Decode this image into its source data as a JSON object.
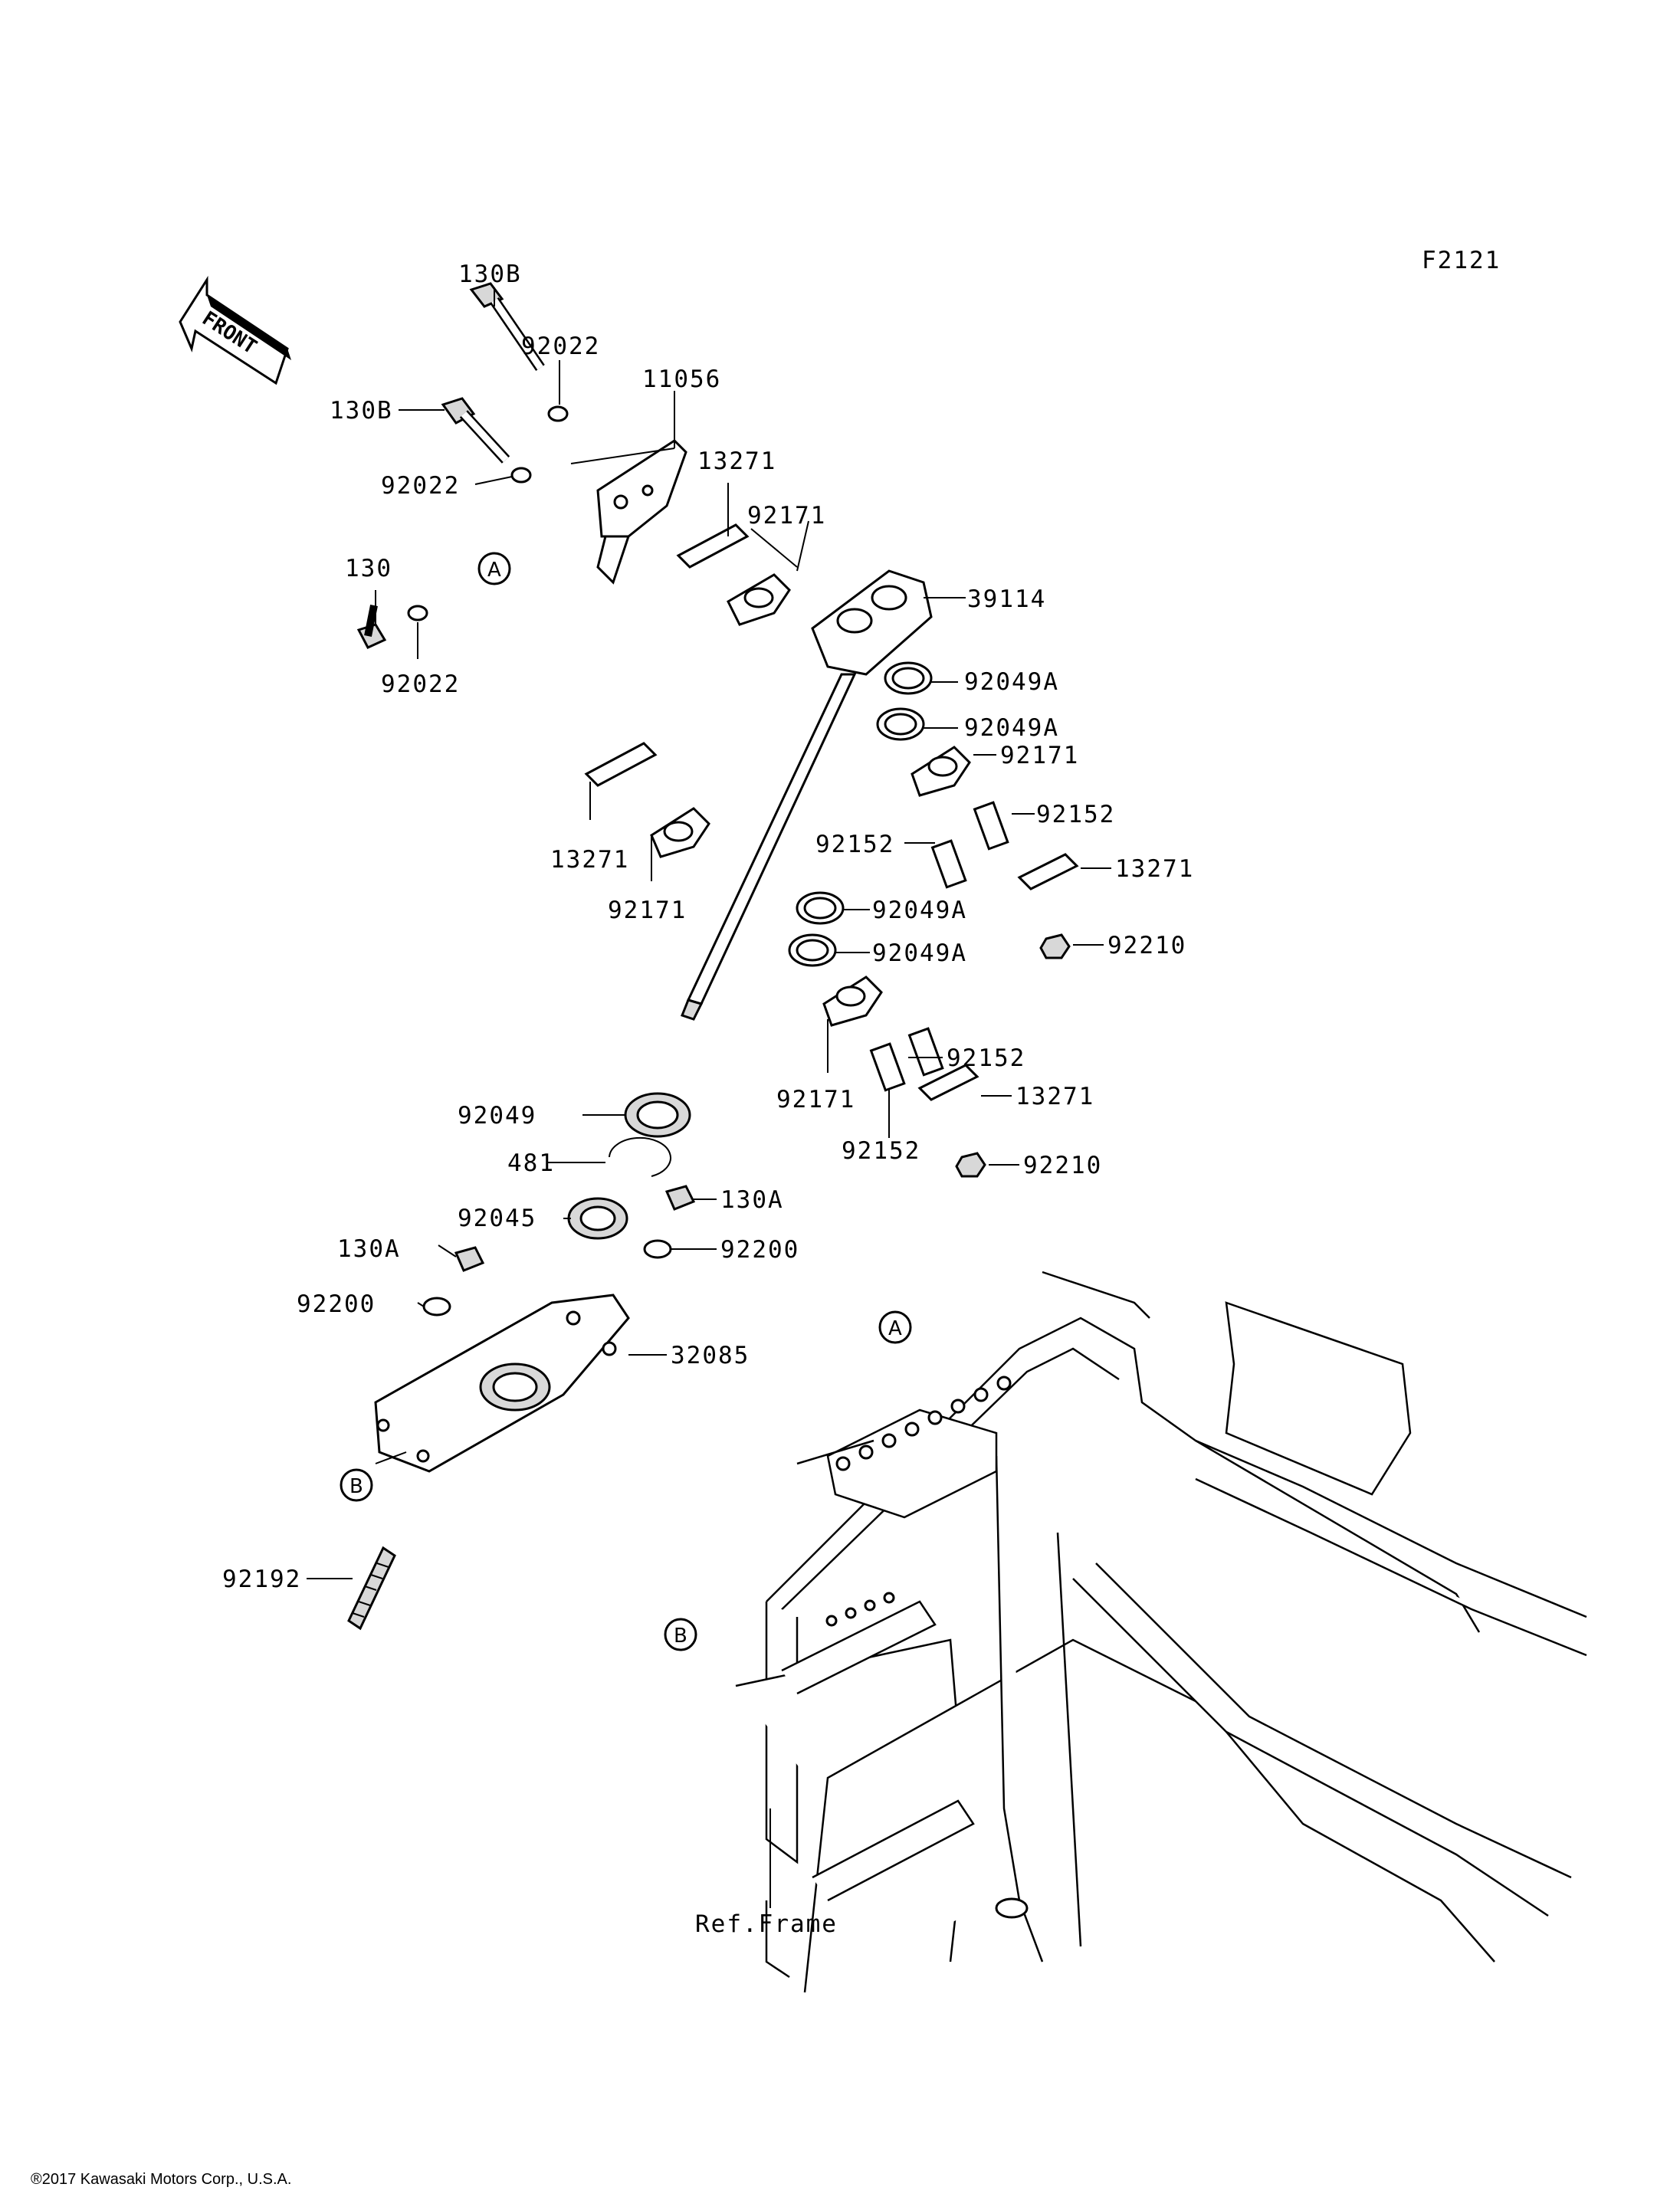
{
  "diagram_code": "F2121",
  "front_arrow_text": "FRONT",
  "callouts": {
    "a": "A",
    "b": "B"
  },
  "parts": {
    "p130B_a": "130B",
    "p130B_b": "130B",
    "p92022_a": "92022",
    "p92022_b": "92022",
    "p92022_c": "92022",
    "p11056": "11056",
    "p13271_a": "13271",
    "p13271_b": "13271",
    "p13271_c": "13271",
    "p13271_d": "13271",
    "p130": "130",
    "p92171_a": "92171",
    "p92171_b": "92171",
    "p92171_c": "92171",
    "p92171_d": "92171",
    "p39114": "39114",
    "p92049A_a": "92049A",
    "p92049A_b": "92049A",
    "p92049A_c": "92049A",
    "p92049A_d": "92049A",
    "p92152_a": "92152",
    "p92152_b": "92152",
    "p92152_c": "92152",
    "p92152_d": "92152",
    "p92210_a": "92210",
    "p92210_b": "92210",
    "p92049": "92049",
    "p481": "481",
    "p92045": "92045",
    "p130A_a": "130A",
    "p130A_b": "130A",
    "p92200_a": "92200",
    "p92200_b": "92200",
    "p32085": "32085",
    "p92192": "92192"
  },
  "ref_frame": "Ref.Frame",
  "copyright": "®2017 Kawasaki Motors Corp., U.S.A."
}
